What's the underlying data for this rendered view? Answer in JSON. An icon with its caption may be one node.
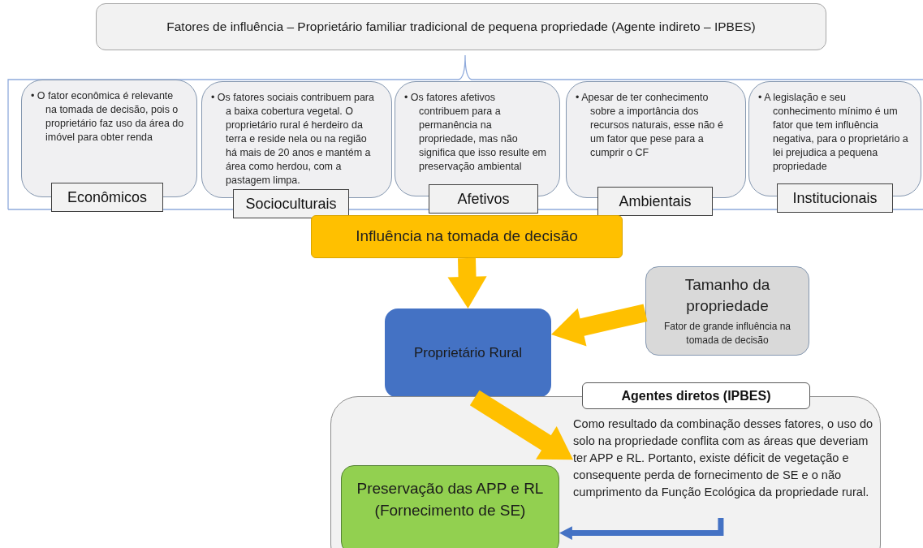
{
  "diagram": {
    "nodes": [
      {
        "text": [
          "Fatores de influência – Proprietário familiar tradicional de pequena propriedade (Agente indireto – IPBES)"
        ]
      },
      {
        "text": [
          "• O fator econômica é relevante na tomada de decisão, pois o proprietário faz uso da área do imóvel para obter renda",
          "Econômicos"
        ]
      },
      {
        "text": [
          "• Os fatores sociais contribuem para a baixa cobertura vegetal. O proprietário rural é herdeiro da terra e reside nela ou na região há mais de 20 anos e mantém a área como herdou, com a pastagem limpa.",
          "Socioculturais"
        ]
      },
      {
        "text": [
          "• Os fatores afetivos contribuem para a permanência na propriedade, mas não significa que isso resulte em preservação ambiental",
          "Afetivos"
        ]
      },
      {
        "text": [
          "• Apesar de ter conhecimento sobre a importância dos recursos naturais, esse não é um fator que pese para a cumprir o CF",
          "Ambientais"
        ]
      },
      {
        "text": [
          "• A legislação e seu conhecimento mínimo é um fator que tem influência negativa, para o proprietário a lei prejudica a pequena propriedade",
          "Institucionais"
        ]
      },
      {
        "text": [
          "Influência na tomada de decisão"
        ]
      },
      {
        "text": [
          "Proprietário Rural"
        ]
      },
      {
        "text": [
          "Tamanho da propriedade",
          "Fator de grande influência na tomada de decisão"
        ]
      },
      {
        "text": [
          "Agentes diretos (IPBES)"
        ]
      },
      {
        "text": [
          "Como resultado da combinação desses fatores, o uso do solo na propriedade conflita com as áreas que deveriam ter APP e RL. Portanto, existe déficit de vegetação e consequente perda de fornecimento de SE e o não cumprimento da Função Ecológica da propriedade rural."
        ],
        "in": 9
      },
      {
        "text": [
          "Preservação das APP e RL (Fornecimento de SE)"
        ],
        "in": 9
      }
    ],
    "edges": [
      {
        "from": 6,
        "to": 7,
        "arrow": "to"
      },
      {
        "from": 8,
        "to": 7,
        "arrow": "to"
      },
      {
        "from": 7,
        "to": 10,
        "arrow": "to"
      },
      {
        "from": 10,
        "to": 11,
        "arrow": "to",
        "color": "#4472c4"
      }
    ]
  }
}
